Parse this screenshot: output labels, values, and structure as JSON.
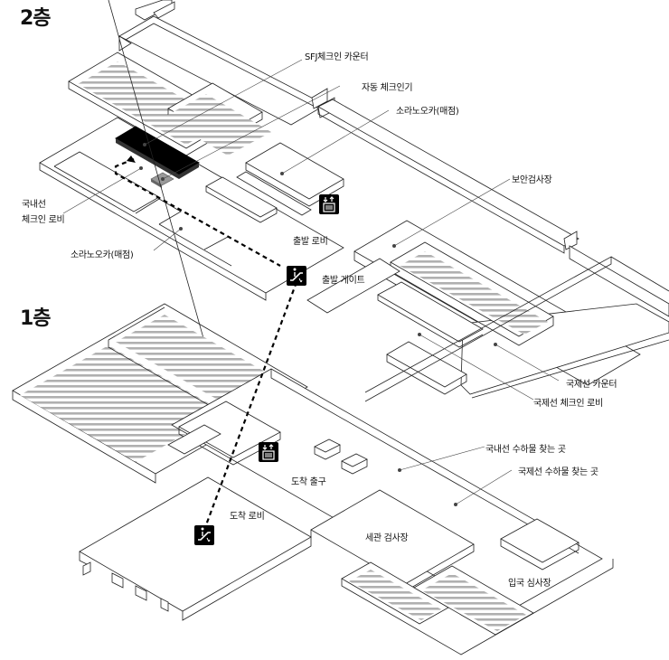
{
  "floors": [
    {
      "id": "2f",
      "title": "2층",
      "labels": [
        {
          "id": "sfj-checkin-counter",
          "text": "SFJ체크인 카운터"
        },
        {
          "id": "auto-checkin-kiosk",
          "text": "자동 체크인기"
        },
        {
          "id": "shop-soranooka-top",
          "text": "소라노오카(매점)"
        },
        {
          "id": "security-check",
          "text": "보안검사장"
        },
        {
          "id": "domestic-checkin-lobby",
          "text": "국내선\n체크인 로비"
        },
        {
          "id": "shop-soranooka-bottom",
          "text": "소라노오카(매점)"
        },
        {
          "id": "departure-lobby",
          "text": "출발 로비"
        },
        {
          "id": "departure-gate",
          "text": "출발 게이트"
        },
        {
          "id": "intl-counter",
          "text": "국제선 카운터"
        },
        {
          "id": "intl-checkin-lobby",
          "text": "국제선 체크인 로비"
        }
      ]
    },
    {
      "id": "1f",
      "title": "1층",
      "labels": [
        {
          "id": "domestic-baggage-claim",
          "text": "국내선 수하물 찾는 곳"
        },
        {
          "id": "intl-baggage-claim",
          "text": "국제선 수하물 찾는 곳"
        },
        {
          "id": "arrival-exit",
          "text": "도착 출구"
        },
        {
          "id": "arrival-lobby",
          "text": "도착 로비"
        },
        {
          "id": "customs-inspection",
          "text": "세관 검사장"
        },
        {
          "id": "immigration",
          "text": "입국 심사장"
        }
      ]
    }
  ],
  "icons": [
    {
      "id": "elevator-2f",
      "semantic": "elevator-icon"
    },
    {
      "id": "escalator-2f",
      "semantic": "escalator-icon"
    },
    {
      "id": "elevator-1f",
      "semantic": "elevator-icon"
    },
    {
      "id": "escalator-1f",
      "semantic": "escalator-icon"
    }
  ],
  "colors": {
    "highlight_counter": "#000000",
    "kiosk": "#999999",
    "hatch": "#aaaaaa",
    "route": "#000000"
  }
}
